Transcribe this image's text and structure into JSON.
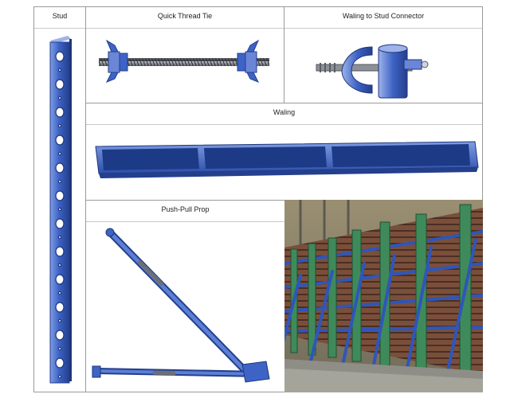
{
  "panels": {
    "stud": {
      "title": "Stud"
    },
    "quick_thread_tie": {
      "title": "Quick Thread Tie"
    },
    "waling_connector": {
      "title": "Waling to Stud Connector"
    },
    "waling": {
      "title": "Waling"
    },
    "push_pull_prop": {
      "title": "Push-Pull Prop"
    }
  },
  "colors": {
    "component_blue": "#3d63c6",
    "component_dark": "#243f8c",
    "component_light": "#7f9de4",
    "thread_grey": "#6c6f76",
    "border": "#9a9a9a",
    "formwork_green": "#3f8a5a",
    "concrete_grey": "#8f8e86"
  }
}
